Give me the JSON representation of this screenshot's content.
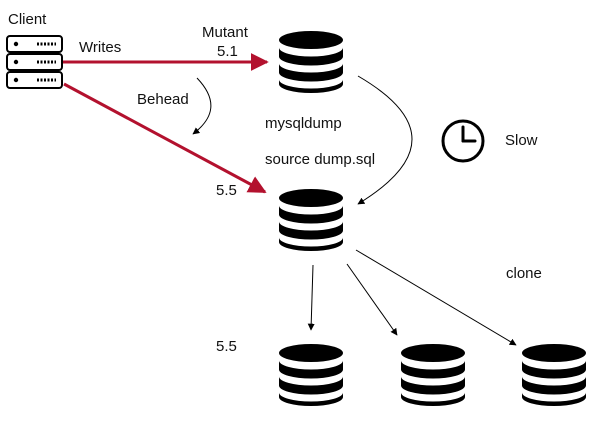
{
  "labels": {
    "client": "Client",
    "writes": "Writes",
    "mutant": "Mutant",
    "v51": "5.1",
    "behead": "Behead",
    "mysqldump": "mysqldump",
    "source": "source dump.sql",
    "slow": "Slow",
    "v55_top": "5.5",
    "clone": "clone",
    "v55_bottom": "5.5"
  },
  "icons": {
    "client": "server-stack-icon",
    "database": "database-icon",
    "clock": "clock-icon"
  },
  "colors": {
    "write_arrow": "#b3112e",
    "line": "#000000",
    "icon_fill": "#000000"
  }
}
